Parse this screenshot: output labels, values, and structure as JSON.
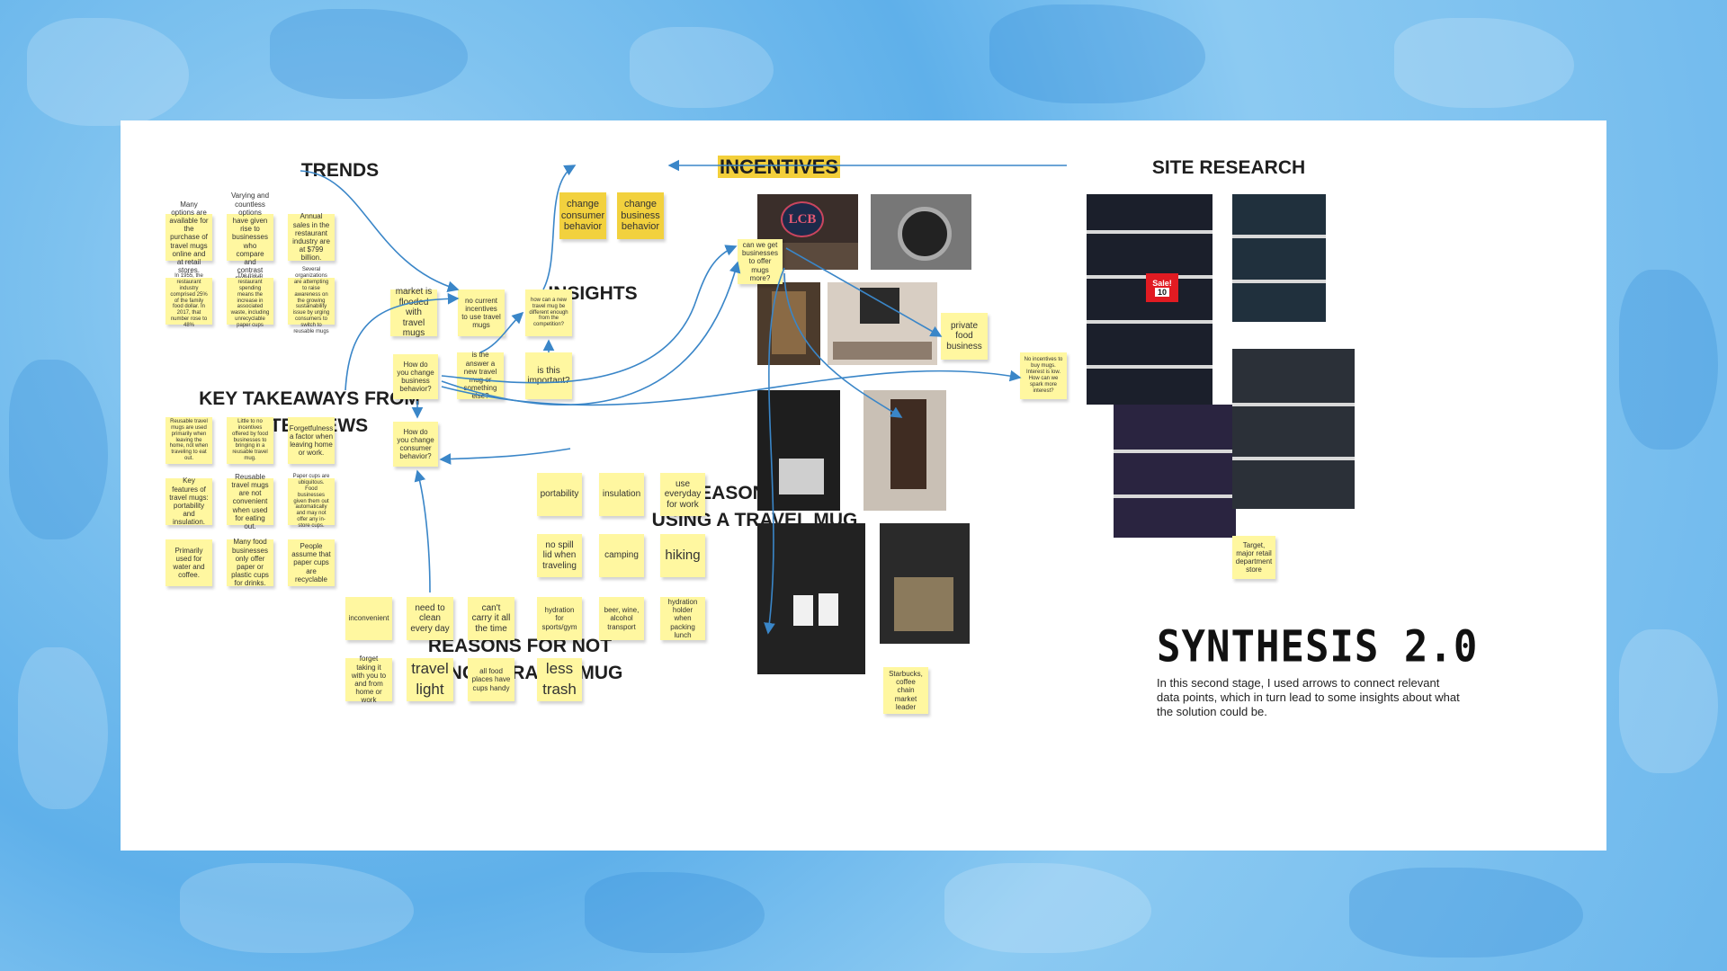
{
  "headings": {
    "trends": "TRENDS",
    "incentives": "INCENTIVES",
    "site_research": "SITE RESEARCH",
    "insights": "INSIGHTS",
    "key_takeaways_1": "KEY TAKEAWAYS FROM",
    "key_takeaways_2": "INTERVIEWS",
    "reasons_for_1": "REASONS FOR",
    "reasons_for_2": "USING A TRAVEL MUG",
    "reasons_not_1": "REASONS FOR NOT",
    "reasons_not_2": "USING A TRAVEL MUG"
  },
  "trends_notes": [
    "Many options are available for the purchase of travel mugs online and at retail stores.",
    "Varying and countless options have given rise to businesses who compare and contrast products.",
    "Annual sales in the restaurant industry are at $799 billion.",
    "In 1955, the restaurant industry comprised 25% of the family food dollar. In 2017, that number rose to 48%",
    "The rise in restaurant spending means the increase in associated waste, including unrecyclable paper cups",
    "Several organizations are attempting to raise awareness on the growing sustainability issue by urging consumers to switch to reusable mugs"
  ],
  "takeaway_notes": [
    "Reusable travel mugs are used primarily when leaving the home, not when traveling to eat out.",
    "Little to no incentives offered by food businesses to bringing in a reusable travel mug.",
    "Forgetfulness a factor when leaving home or work.",
    "Key features of travel mugs: portability and insulation.",
    "Reusable travel mugs are not convenient when used for eating out.",
    "Paper cups are ubiquitous. Food businesses given them out automatically and may not offer any in-store cups.",
    "Primarily used for water and coffee.",
    "Many food businesses only offer paper or plastic cups for drinks.",
    "People assume that paper cups are recyclable"
  ],
  "incentive_notes": [
    "change consumer behavior",
    "change business behavior"
  ],
  "insight_notes": {
    "flooded": "market is flooded with travel mugs",
    "no_incentives": "no current incentives to use travel mugs",
    "how_different": "how can a new travel mug be different enough from the competition?",
    "business_behavior": "How do you change business behavior?",
    "new_mug": "is the answer a new travel mug or something else?",
    "important": "is this important?",
    "consumer_behavior": "How do you change consumer behavior?"
  },
  "reasons_for_notes": [
    "portability",
    "insulation",
    "use everyday for work",
    "no spill lid when traveling",
    "camping",
    "hiking",
    "hydration for sports/gym",
    "beer, wine, alcohol transport",
    "hydration holder when packing lunch",
    "less trash"
  ],
  "reasons_not_notes": [
    "inconvenient",
    "need to clean every day",
    "can't carry it all the time",
    "forget taking it with you to and from home or work",
    "travel light",
    "all food places have cups handy"
  ],
  "site_notes": {
    "can_we_get": "can we get businesses to offer mugs more?",
    "private_food": "private food business",
    "no_incentives_buy": "No incentives to buy mugs. Interest is low. How can we spark more interest?",
    "target": "Target, major retail department store",
    "starbucks": "Starbucks, coffee chain market leader"
  },
  "photo_text": {
    "lcb_sign": "LCB",
    "sale_sign": "Sale!",
    "sale_price": "10"
  },
  "synthesis": {
    "title": "SYNTHESIS 2.0",
    "description": "In this second stage, I used arrows to connect relevant data points, which in turn lead to some insights about what the solution could be."
  },
  "colors": {
    "board": "#ffffff",
    "sticky": "#fff7a0",
    "sticky_gold": "#f2d13e",
    "arrow": "#3a86c8",
    "background": "#7ec2ef"
  }
}
